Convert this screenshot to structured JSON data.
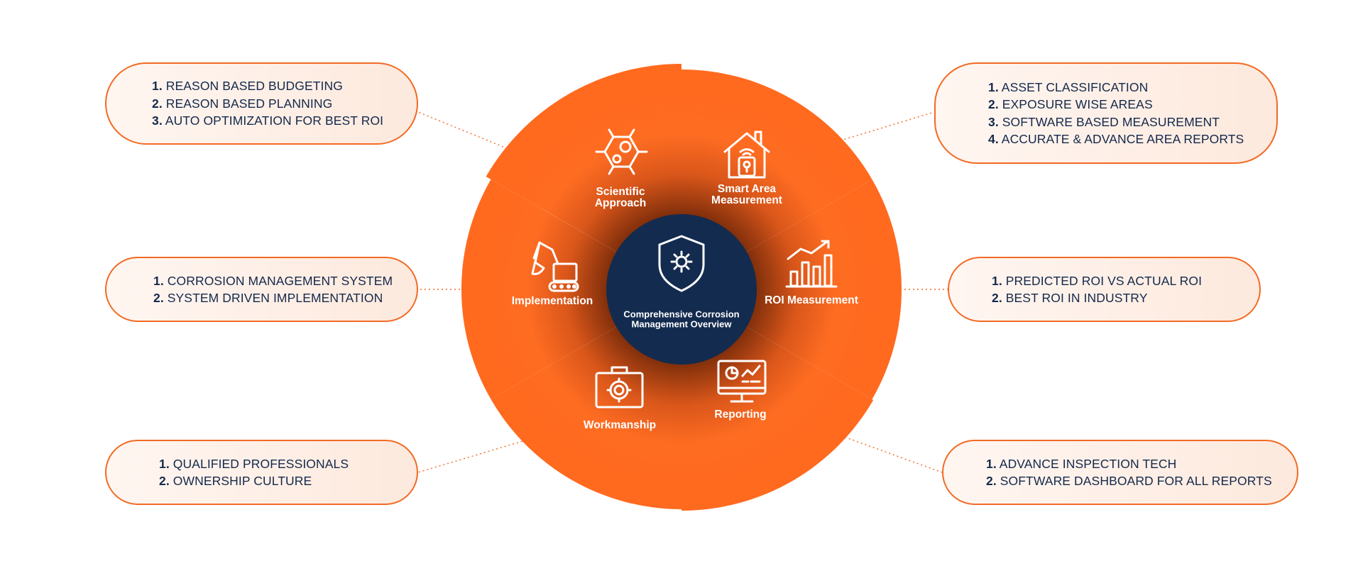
{
  "center": {
    "title": "Comprehensive Corrosion Management Overview",
    "icon": "shield-gear-icon"
  },
  "colors": {
    "accent": "#f26a24",
    "accent_light": "#fe6c22",
    "accent_dark": "#7a2c0a",
    "navy": "#132b4f",
    "text": "#14284b"
  },
  "segments": [
    {
      "label": "Scientific Approach",
      "icon": "molecule-icon"
    },
    {
      "label": "Smart Area Measurement",
      "icon": "smart-home-icon"
    },
    {
      "label": "ROI Measurement",
      "icon": "growth-chart-icon"
    },
    {
      "label": "Reporting",
      "icon": "dashboard-monitor-icon"
    },
    {
      "label": "Workmanship",
      "icon": "toolbox-gear-icon"
    },
    {
      "label": "Implementation",
      "icon": "excavator-icon"
    }
  ],
  "callouts": [
    {
      "segment": "Scientific Approach",
      "items": [
        {
          "num": "1.",
          "text": "REASON BASED BUDGETING"
        },
        {
          "num": "2.",
          "text": "REASON BASED PLANNING"
        },
        {
          "num": "3.",
          "text": "AUTO OPTIMIZATION FOR BEST ROI"
        }
      ]
    },
    {
      "segment": "Smart Area Measurement",
      "items": [
        {
          "num": "1.",
          "text": "ASSET CLASSIFICATION"
        },
        {
          "num": "2.",
          "text": "EXPOSURE WISE AREAS"
        },
        {
          "num": "3.",
          "text": "SOFTWARE BASED MEASUREMENT"
        },
        {
          "num": "4.",
          "text": "ACCURATE & ADVANCE AREA REPORTS"
        }
      ]
    },
    {
      "segment": "Implementation",
      "items": [
        {
          "num": "1.",
          "text": "CORROSION MANAGEMENT SYSTEM"
        },
        {
          "num": "2.",
          "text": "SYSTEM DRIVEN IMPLEMENTATION"
        }
      ]
    },
    {
      "segment": "ROI Measurement",
      "items": [
        {
          "num": "1.",
          "text": "PREDICTED ROI VS ACTUAL ROI"
        },
        {
          "num": "2.",
          "text": "BEST ROI IN INDUSTRY"
        }
      ]
    },
    {
      "segment": "Workmanship",
      "items": [
        {
          "num": "1.",
          "text": "QUALIFIED PROFESSIONALS"
        },
        {
          "num": "2.",
          "text": "OWNERSHIP CULTURE"
        }
      ]
    },
    {
      "segment": "Reporting",
      "items": [
        {
          "num": "1.",
          "text": "ADVANCE INSPECTION TECH"
        },
        {
          "num": "2.",
          "text": "SOFTWARE DASHBOARD FOR ALL REPORTS"
        }
      ]
    }
  ]
}
